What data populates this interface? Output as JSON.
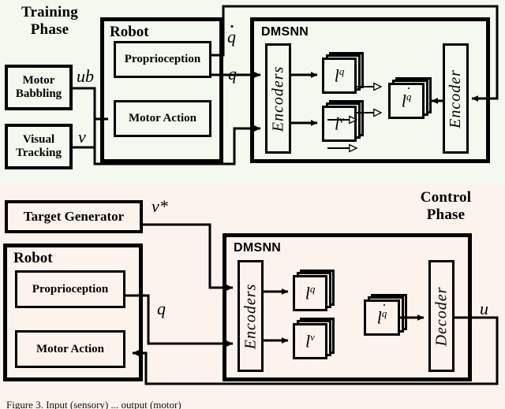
{
  "figure": {
    "caption": "Figure 3.  Input (sensory) ... output (motor)"
  },
  "colors": {
    "training_bg": "#f4f9f0",
    "control_bg": "#fcf3ec",
    "stroke": "#000000",
    "page_bg": "#ffffff"
  },
  "training": {
    "phase_title_line1": "Training",
    "phase_title_line2": "Phase",
    "inputs": [
      {
        "line1": "Motor",
        "line2": "Babbling",
        "signal": "u",
        "signal_sub": "b"
      },
      {
        "line1": "Visual",
        "line2": "Tracking",
        "signal": "v",
        "signal_sub": ""
      }
    ],
    "robot": {
      "title": "Robot",
      "modules": [
        "Proprioception",
        "Motor Action"
      ],
      "outputs": [
        {
          "symbol": "q",
          "dot": true,
          "name": "q-dot"
        },
        {
          "symbol": "q",
          "dot": false,
          "name": "q"
        }
      ]
    },
    "dmsnn": {
      "title": "DMSNN",
      "encoders_label": "Encoders",
      "encoder_label": "Encoder",
      "layers": [
        {
          "base": "l",
          "sup": "q",
          "dot": false
        },
        {
          "base": "l",
          "sup": "v",
          "dot": false
        }
      ],
      "merge_layer": {
        "base": "l",
        "sup": "q",
        "dot": true
      }
    }
  },
  "control": {
    "phase_title_line1": "Control",
    "phase_title_line2": "Phase",
    "target_generator": {
      "label": "Target Generator",
      "signal": "v",
      "signal_sup": "*"
    },
    "robot": {
      "title": "Robot",
      "modules": [
        "Proprioception",
        "Motor Action"
      ],
      "output": {
        "symbol": "q",
        "dot": false
      }
    },
    "dmsnn": {
      "title": "DMSNN",
      "encoders_label": "Encoders",
      "decoder_label": "Decoder",
      "layers": [
        {
          "base": "l",
          "sup": "q",
          "dot": false
        },
        {
          "base": "l",
          "sup": "v",
          "dot": false
        }
      ],
      "merge_layer": {
        "base": "l",
        "sup": "q",
        "dot": true
      },
      "output_signal": {
        "symbol": "u"
      }
    }
  }
}
